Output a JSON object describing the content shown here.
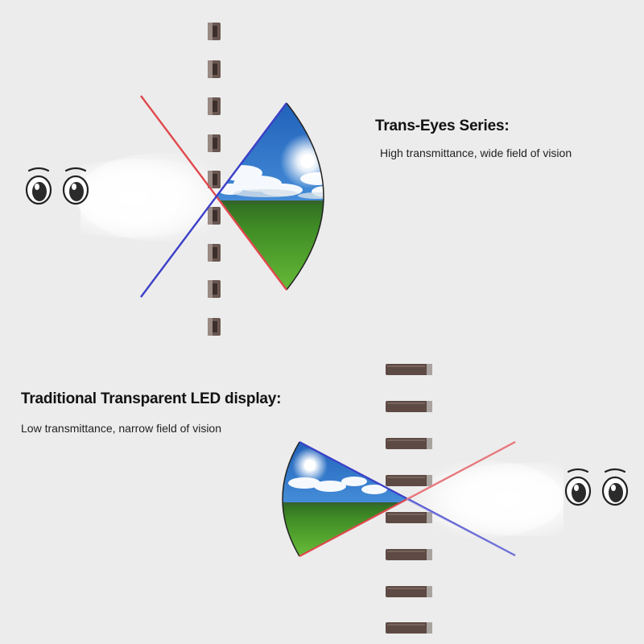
{
  "top_panel": {
    "title": "Trans-Eyes Series:",
    "subtitle": "High transmittance, wide field of vision"
  },
  "bottom_panel": {
    "title": "Traditional Transparent LED display:",
    "subtitle": "Low transmittance, narrow field of vision"
  },
  "colors": {
    "background": "#ececec",
    "red_ray": "#e0484d",
    "blue_ray": "#3b3fc8",
    "led_body": "#5a4a45",
    "sky": "#3f86d8",
    "grass": "#4fa32c"
  },
  "icons": [
    "eyes-icon",
    "led-chip-icon",
    "landscape-view-icon"
  ]
}
